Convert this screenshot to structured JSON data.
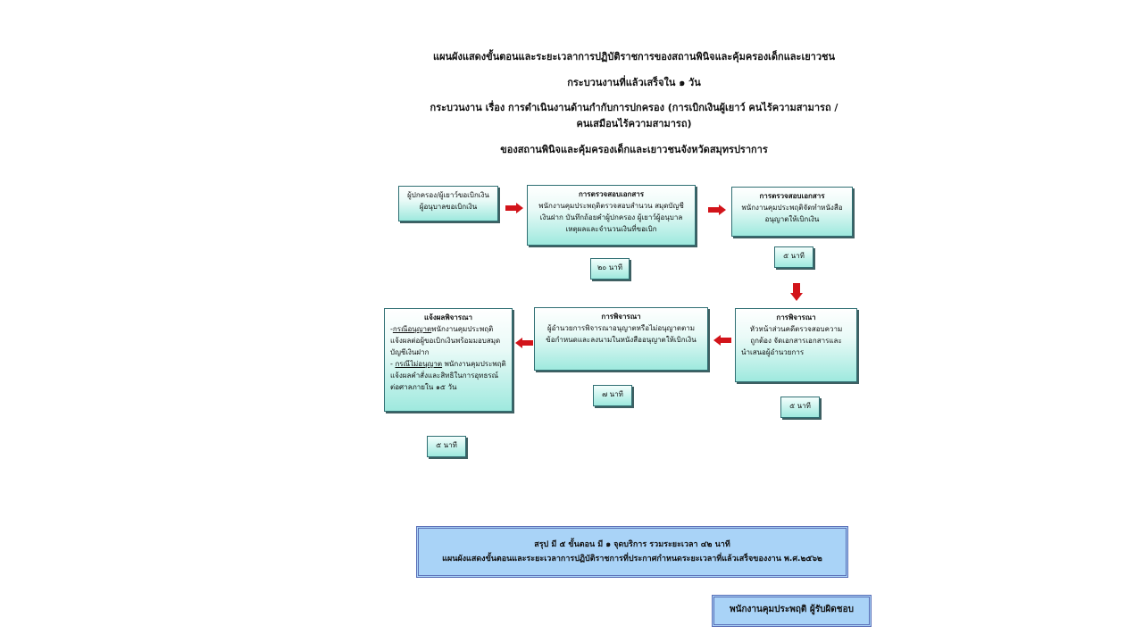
{
  "header": {
    "line1": "แผนผังแสดงขั้นตอนและระยะเวลาการปฏิบัติราชการของสถานพินิจและคุ้มครองเด็กและเยาวชน",
    "line2": "กระบวนงานที่แล้วเสร็จใน ๑ วัน",
    "line3": "กระบวนงาน เรื่อง การดำเนินงานด้านกำกับการปกครอง (การเบิกเงินผู้เยาว์ คนไร้ความสามารถ /",
    "line4": "คนเสมือนไร้ความสามารถ)",
    "line5": "ของสถานพินิจและคุ้มครองเด็กและเยาวชนจังหวัดสมุทรปราการ"
  },
  "steps": {
    "s1": {
      "line1": "ผู้ปกครอง/ผู้เยาว์ขอเบิกเงิน",
      "line2": "ผู้อนุบาลขอเบิกเงิน"
    },
    "s2": {
      "title": "การตรวจสอบเอกสาร",
      "line1": "พนักงานคุมประพฤติตรวจสอบสำนวน สมุดบัญชี",
      "line2": "เงินฝาก บันทึกถ้อยคำผู้ปกครอง ผู้เยาว์ผู้อนุบาล",
      "line3": "เหตุผลและจำนวนเงินที่ขอเบิก",
      "time": "๒๐ นาที"
    },
    "s3": {
      "title": "การตรวจสอบเอกสาร",
      "line1": "พนักงานคุมประพฤติจัดทำหนังสือ",
      "line2": "อนุญาตให้เบิกเงิน",
      "time": "๕ นาที"
    },
    "s4": {
      "title": "การพิจารณา",
      "line1": "หัวหน้าส่วนคดีตรวจสอบความ",
      "line2": "ถูกต้อง จัดเอกสารเอกสารและ",
      "line3": "นำเสนอผู้อำนวยการ",
      "time": "๕ นาที"
    },
    "s5": {
      "title": "การพิจารณา",
      "line1": "ผู้อำนวยการพิจารณาอนุญาตหรือไม่อนุญาตตาม",
      "line2": "ข้อกำหนดและลงนามในหนังสืออนุญาตให้เบิกเงิน",
      "time": "๗ นาที"
    },
    "s6": {
      "title": "แจ้งผลพิจารณา",
      "l1a": "-",
      "l1b": "กรณีอนุญาต",
      "l1c": "พนักงานคุมประพฤติ",
      "line2": "แจ้งผลต่อผู้ขอเบิกเงินพร้อมมอบสมุด",
      "line3": "บัญชีเงินฝาก",
      "l4a": "- ",
      "l4b": "กรณีไม่อนุญาต",
      "l4c": " พนักงานคุมประพฤติ",
      "line5": "แจ้งผลคำสั่งและสิทธิในการอุทธรณ์",
      "line6": "ต่อศาลภายใน ๑๕ วัน",
      "time": "๕ นาที"
    }
  },
  "summary": {
    "line1": "สรุป มี ๕ ขั้นตอน มี ๑ จุดบริการ รวมระยะเวลา ๔๒ นาที",
    "line2": "แผนผังแสดงขั้นตอนและระยะเวลาการปฏิบัติราชการที่ประกาศกำหนดระยะเวลาที่แล้วเสร็จของงาน พ.ศ.๒๕๖๒"
  },
  "responsible": "พนักงานคุมประพฤติ ผู้รับผิดชอบ",
  "colors": {
    "box_fill": "#9ee9de",
    "box_border": "#2f6f73",
    "arrow": "#d2141a",
    "summary_fill": "#a9d3f7",
    "summary_border": "#5b6fb7"
  }
}
